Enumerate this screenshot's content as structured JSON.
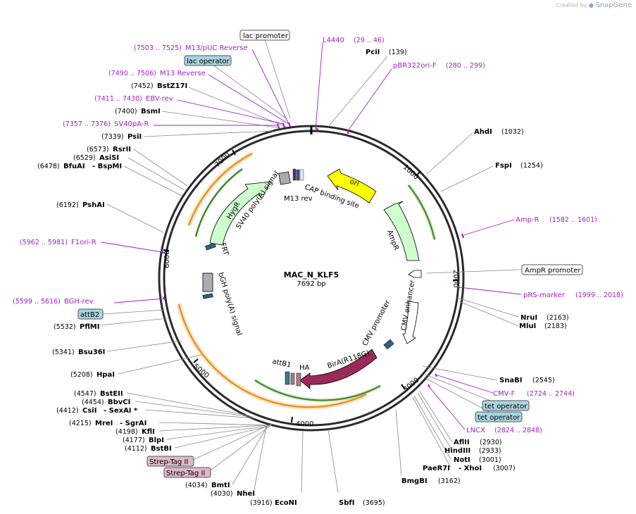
{
  "brand": {
    "created_by": "Created by",
    "app": "SnapGene"
  },
  "plasmid": {
    "name": "MAC_N_KLF5",
    "length": "7692 bp"
  },
  "ticks": [
    "1000",
    "2000",
    "3000",
    "4000",
    "5000",
    "6000",
    "7000"
  ],
  "features": [
    "ori",
    "AmpR",
    "CMV enhancer",
    "CMV promoter",
    "BirA(R118G)",
    "HA",
    "attB1",
    "bGH poly(A) signal",
    "FRT",
    "HygR",
    "SV40 poly(A) signal",
    "M13 rev",
    "CAP binding site"
  ],
  "enzymes": [
    {
      "name": "PciI",
      "pos": "(139)"
    },
    {
      "name": "AhdI",
      "pos": "(1032)"
    },
    {
      "name": "FspI",
      "pos": "(1254)"
    },
    {
      "name": "NruI",
      "pos": "(2163)"
    },
    {
      "name": "MluI",
      "pos": "(2183)"
    },
    {
      "name": "SnaBI",
      "pos": "(2545)"
    },
    {
      "name": "AflII",
      "pos": "(2930)"
    },
    {
      "name": "HindIII",
      "pos": "(2933)"
    },
    {
      "name": "NotI",
      "pos": "(3001)"
    },
    {
      "name": "PaeR7I",
      "pos": "(3007)",
      "extra": "- XhoI"
    },
    {
      "name": "BmgBI",
      "pos": "(3162)"
    },
    {
      "name": "SbfI",
      "pos": "(3695)"
    },
    {
      "name": "EcoNI",
      "pos": "(3916)"
    },
    {
      "name": "NheI",
      "pos": "(4030)"
    },
    {
      "name": "BmtI",
      "pos": "(4034)"
    },
    {
      "name": "BstBI",
      "pos": "(4112)"
    },
    {
      "name": "BlpI",
      "pos": "(4177)"
    },
    {
      "name": "KflI",
      "pos": "(4198)"
    },
    {
      "name": "MreI",
      "pos": "(4215)",
      "extra": "- SgrAI"
    },
    {
      "name": "CsiI",
      "pos": "(4412)",
      "extra": "- SexAI *"
    },
    {
      "name": "BbvCI",
      "pos": "(4454)"
    },
    {
      "name": "BstEII",
      "pos": "(4547)"
    },
    {
      "name": "HpaI",
      "pos": "(5208)"
    },
    {
      "name": "Bsu36I",
      "pos": "(5341)"
    },
    {
      "name": "PflMI",
      "pos": "(5532)"
    },
    {
      "name": "PshAI",
      "pos": "(6192)"
    },
    {
      "name": "BfuAI",
      "pos": "(6478)",
      "extra": "- BspMI"
    },
    {
      "name": "AsiSI",
      "pos": "(6529)"
    },
    {
      "name": "RsrII",
      "pos": "(6573)"
    },
    {
      "name": "PsiI",
      "pos": "(7339)"
    },
    {
      "name": "BsmI",
      "pos": "(7400)"
    },
    {
      "name": "BstZ17I",
      "pos": "(7452)"
    }
  ],
  "primers": [
    {
      "name": "L4440",
      "pos": "(29 .. 46)"
    },
    {
      "name": "pBR322ori-F",
      "pos": "(280 .. 299)"
    },
    {
      "name": "Amp-R",
      "pos": "(1582 .. 1601)"
    },
    {
      "name": "pRS-marker",
      "pos": "(1999 .. 2018)"
    },
    {
      "name": "CMV-F",
      "pos": "(2724 .. 2744)"
    },
    {
      "name": "LNCX",
      "pos": "(2824 .. 2848)"
    },
    {
      "name": "BGH-rev",
      "pos": "(5599 .. 5616)"
    },
    {
      "name": "F1ori-R",
      "pos": "(5962 .. 5981)"
    },
    {
      "name": "SV40pA-R",
      "pos": "(7357 .. 7376)"
    },
    {
      "name": "EBV-rev",
      "pos": "(7411 .. 7430)"
    },
    {
      "name": "M13 Reverse",
      "pos": "(7490 .. 7506)"
    },
    {
      "name": "M13/pUC Reverse",
      "pos": "(7503 .. 7525)"
    }
  ],
  "boxes": [
    {
      "label": "lac promoter"
    },
    {
      "label": "lac operator"
    },
    {
      "label": "AmpR promoter"
    },
    {
      "label": "tet operator"
    },
    {
      "label": "tet operator"
    },
    {
      "label": "attB2"
    },
    {
      "label": "Strep-Tag II"
    },
    {
      "label": "Strep-Tag II"
    }
  ]
}
